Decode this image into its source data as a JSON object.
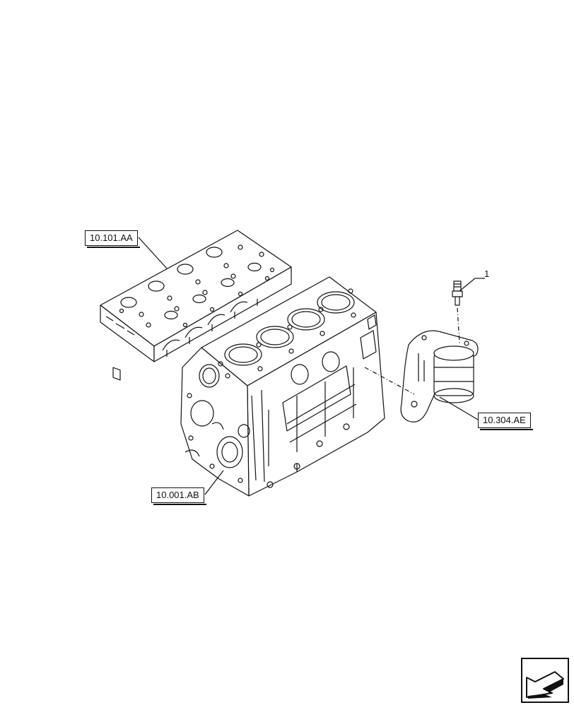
{
  "diagram": {
    "references": [
      {
        "id": "head",
        "label": "10.101.AA"
      },
      {
        "id": "block",
        "label": "10.001.AB"
      },
      {
        "id": "filter",
        "label": "10.304.AE"
      }
    ],
    "callouts": [
      {
        "id": "item1",
        "label": "1"
      }
    ],
    "nav_icon": "next-page-arrow-icon"
  }
}
